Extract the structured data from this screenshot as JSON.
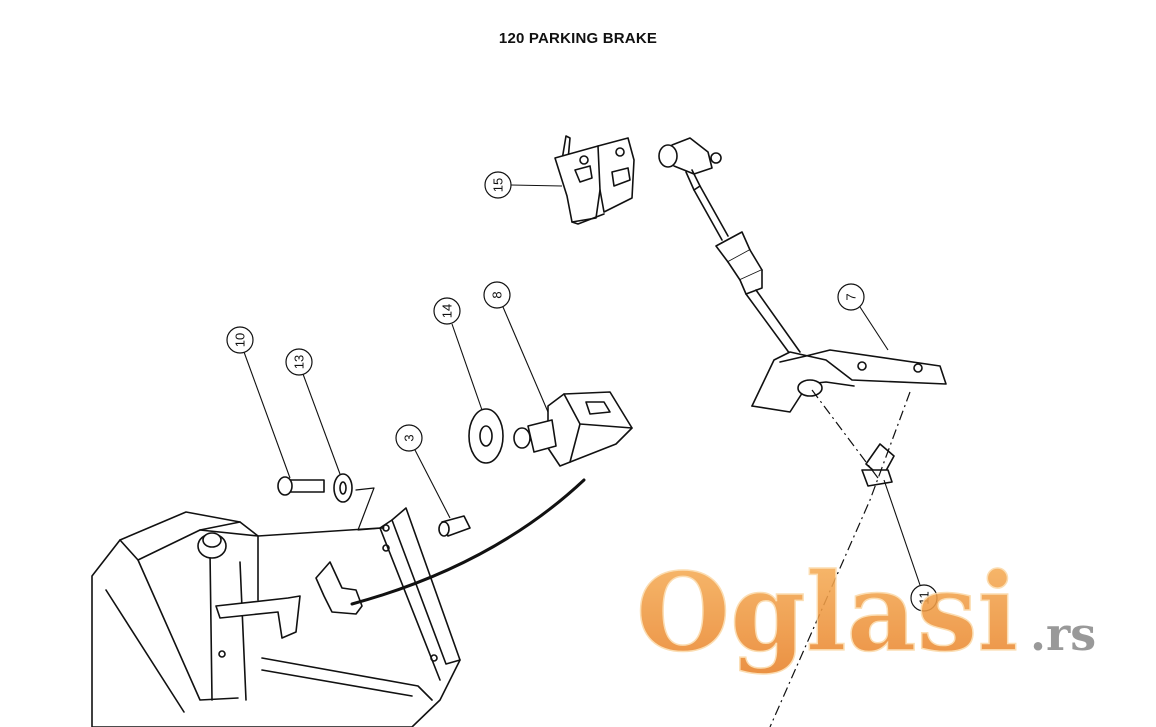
{
  "title": "120 PARKING BRAKE",
  "callouts": [
    {
      "id": "15",
      "label": "15"
    },
    {
      "id": "7",
      "label": "7"
    },
    {
      "id": "8",
      "label": "8"
    },
    {
      "id": "14",
      "label": "14"
    },
    {
      "id": "10",
      "label": "10"
    },
    {
      "id": "13",
      "label": "13"
    },
    {
      "id": "3",
      "label": "3"
    },
    {
      "id": "11",
      "label": "11"
    }
  ],
  "watermark": {
    "brand": "Oglasi",
    "tld": ".rs",
    "brand_color": "#f39a3c",
    "tld_color": "#8c8c8c"
  }
}
